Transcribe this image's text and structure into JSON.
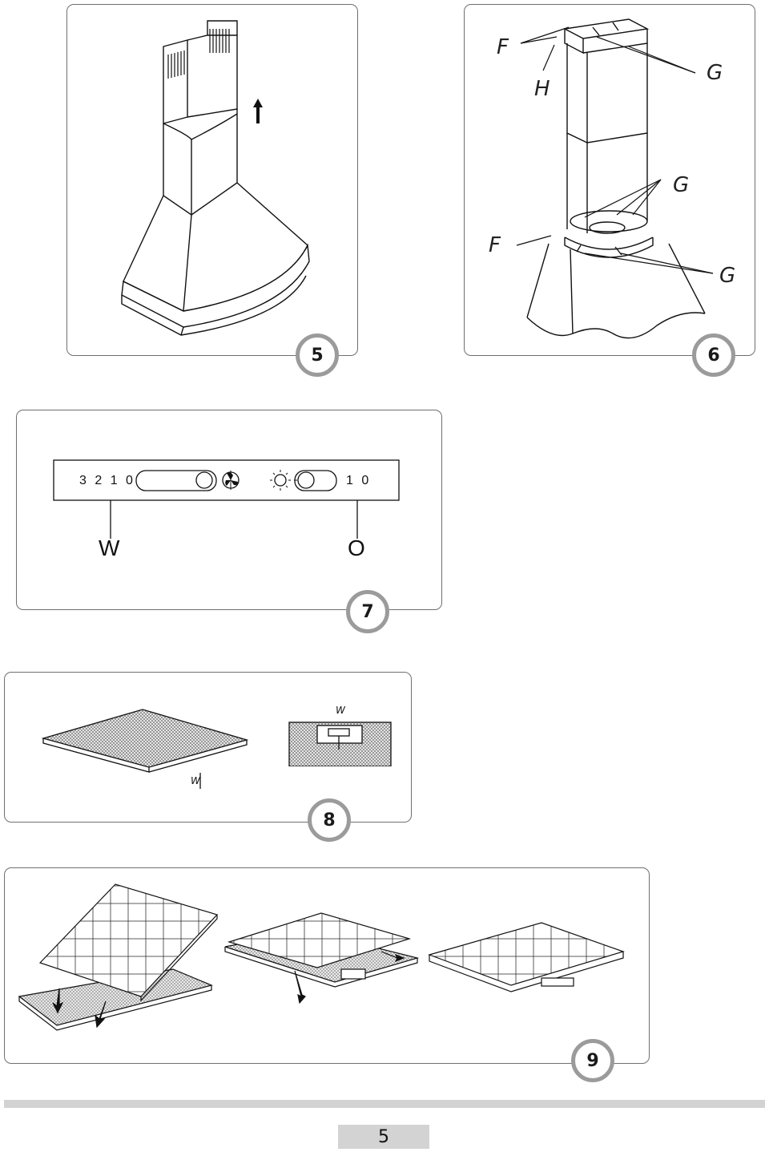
{
  "figures": [
    {
      "id": "fig5",
      "number": "5"
    },
    {
      "id": "fig6",
      "number": "6",
      "labels": [
        "F",
        "H",
        "G",
        "G",
        "F",
        "G"
      ]
    },
    {
      "id": "fig7",
      "number": "7",
      "fan_scale": "3 2 1 0",
      "light_scale": "1 0",
      "callouts": [
        "W",
        "O"
      ]
    },
    {
      "id": "fig8",
      "number": "8",
      "callouts": [
        "W",
        "W"
      ]
    },
    {
      "id": "fig9",
      "number": "9"
    }
  ],
  "footer": {
    "page_number": "5"
  },
  "colors": {
    "panel_border": "#6f6f6f",
    "badge_ring": "#9b9b9b",
    "footer_bar": "#d3d3d3"
  }
}
